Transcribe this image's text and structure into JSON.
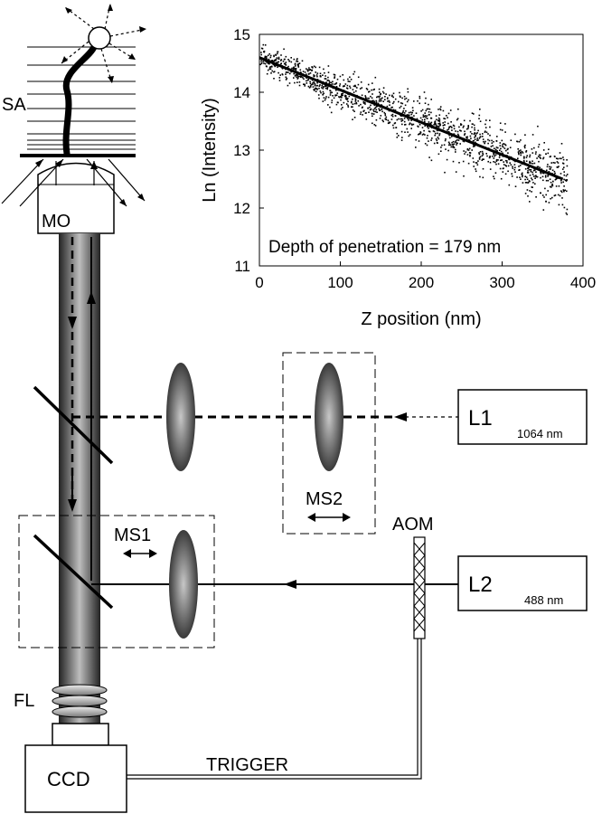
{
  "diagram": {
    "labels": {
      "sa": "SA",
      "mo": "MO",
      "ms1": "MS1",
      "ms2": "MS2",
      "aom": "AOM",
      "fl": "FL",
      "ccd": "CCD",
      "trigger": "TRIGGER",
      "l1": "L1",
      "l1_wavelength": "1064 nm",
      "l2": "L2",
      "l2_wavelength": "488 nm"
    }
  },
  "chart_data": {
    "type": "scatter",
    "xlabel": "Z position (nm)",
    "ylabel": "Ln (Intensity)",
    "annotation": "Depth of penetration = 179 nm",
    "xlim": [
      0,
      400
    ],
    "ylim": [
      11,
      15
    ],
    "x_ticks": [
      0,
      100,
      200,
      300,
      400
    ],
    "y_ticks": [
      11,
      12,
      13,
      14,
      15
    ],
    "series": [
      {
        "kind": "scatter",
        "x_range": [
          0,
          380
        ],
        "trend_intercept": 14.6,
        "trend_slope": -0.005587,
        "scatter_spread": 0.18,
        "point_count": 1400
      },
      {
        "kind": "fit-line",
        "x": [
          0,
          375
        ],
        "y": [
          14.6,
          12.5
        ]
      }
    ]
  }
}
